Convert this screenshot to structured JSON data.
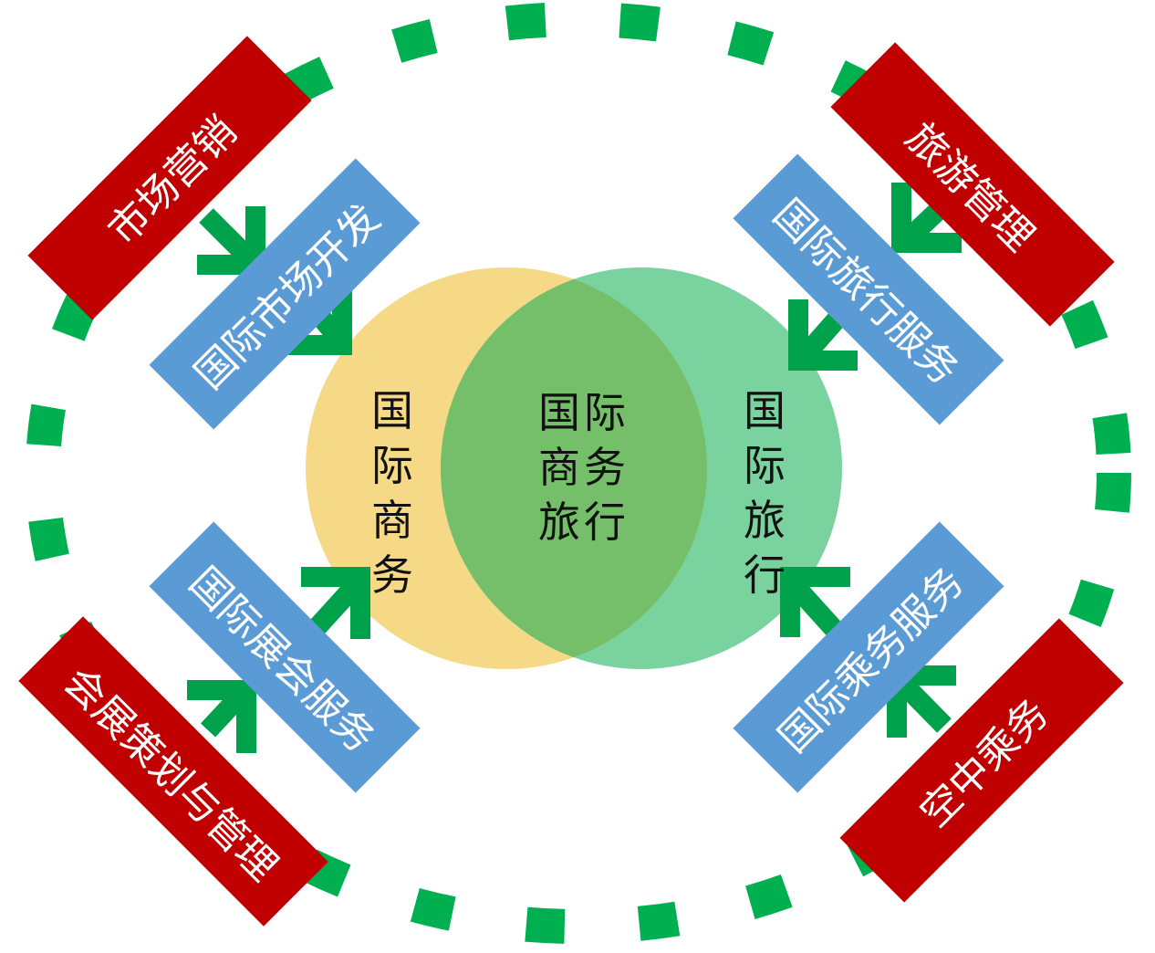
{
  "venn": {
    "left_label": "国际商务",
    "right_label": "国际旅行",
    "overlap_label_line1": "国际",
    "overlap_label_line2": "商务",
    "overlap_label_line3": "旅行"
  },
  "boxes": {
    "market_dev": "国际市场开发",
    "travel_service": "国际旅行服务",
    "exhibition_service": "国际展会服务",
    "crew_service": "国际乘务服务",
    "marketing": "市场营销",
    "tourism_mgmt": "旅游管理",
    "exhibition_mgmt": "会展策划与管理",
    "flight_attendant": "空中乘务"
  },
  "colors": {
    "red_box": "#c00000",
    "blue_box": "#5b9bd5",
    "left_circle": "#f5d77f",
    "right_circle": "#6fcf97",
    "overlap": "#76bf6a",
    "arrow": "#00a14b",
    "dashes": "#00b050"
  }
}
